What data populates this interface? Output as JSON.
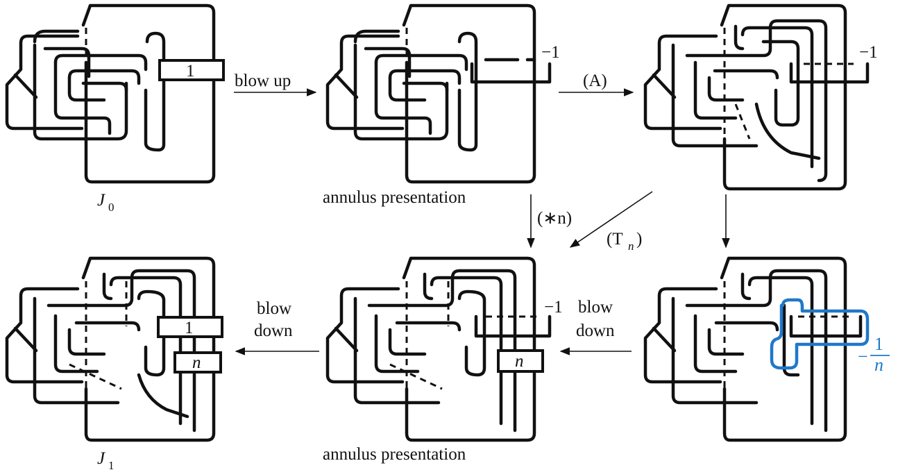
{
  "labels": {
    "coef_one_j0": "1",
    "blow_up": "blow up",
    "minus1_a": "−1",
    "arrow_A": "(A)",
    "minus1_b": "−1",
    "j0": "J",
    "j0_sub": "0",
    "annulus_top": "annulus presentation",
    "star_n": "(∗n)",
    "T_n": "(T",
    "T_n_sub": "n",
    "T_n_close": ")",
    "blow_down_left_1": "blow",
    "blow_down_left_2": "down",
    "coef_one_j1": "1",
    "coef_n_j1": "n",
    "minus1_c": "−1",
    "blow_down_right_1": "blow",
    "blow_down_right_2": "down",
    "coef_n_mid": "n",
    "minus_sign": "−",
    "frac_num": "1",
    "frac_den": "n",
    "j1": "J",
    "j1_sub": "1",
    "annulus_bottom": "annulus presentation"
  },
  "colors": {
    "ink": "#111111",
    "accent": "#1f78c8"
  }
}
